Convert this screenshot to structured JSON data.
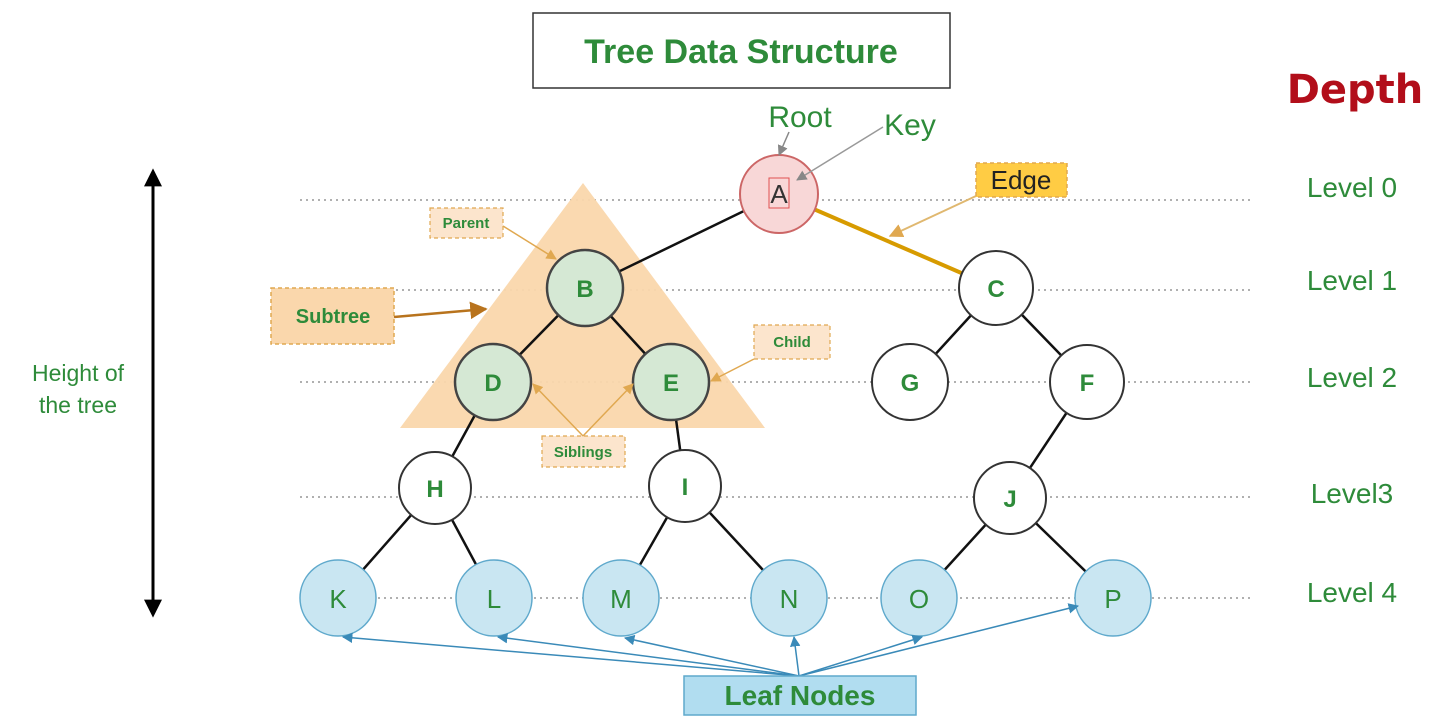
{
  "title": "Tree Data Structure",
  "depth_label": "Depth",
  "levels": [
    "Level 0",
    "Level 1",
    "Level 2",
    "Level3",
    "Level 4"
  ],
  "annotations": {
    "root": "Root",
    "key": "Key",
    "edge": "Edge",
    "parent": "Parent",
    "subtree": "Subtree",
    "child": "Child",
    "siblings": "Siblings",
    "height_line1": "Height of",
    "height_line2": "the tree",
    "leaf_nodes": "Leaf Nodes"
  },
  "nodes": {
    "A": "A",
    "B": "B",
    "C": "C",
    "D": "D",
    "E": "E",
    "F": "F",
    "G": "G",
    "H": "H",
    "I": "I",
    "J": "J",
    "K": "K",
    "L": "L",
    "M": "M",
    "N": "N",
    "O": "O",
    "P": "P"
  },
  "colors": {
    "green_text": "#2e8b3a",
    "depth_red": "#b20e1a",
    "root_fill": "#f8d7d7",
    "root_stroke": "#cc6666",
    "subtree_fill": "#fad7ac",
    "subtree_node_fill": "#d5e8d4",
    "leaf_fill": "#c9e6f2",
    "leaf_stroke": "#5fa9cc",
    "edge_highlight": "#d79b00",
    "edge_label_fill": "#ffcc44",
    "leaf_label_fill": "#b1ddf0"
  }
}
